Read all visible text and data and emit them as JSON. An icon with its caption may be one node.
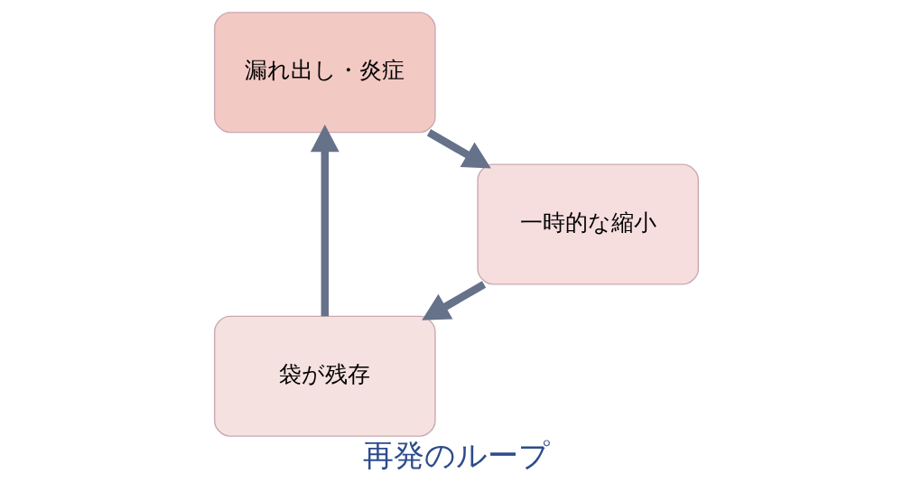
{
  "diagram": {
    "title": "再発のループ",
    "nodes": [
      {
        "text": [
          "袋が残存"
        ]
      },
      {
        "text": [
          "漏れ出し・炎症"
        ]
      },
      {
        "text": [
          "一時的な縮小"
        ]
      }
    ],
    "edges": [
      {
        "from": 0,
        "to": 1,
        "arrow": "to"
      },
      {
        "from": 1,
        "to": 2,
        "arrow": "to"
      },
      {
        "from": 2,
        "to": 0,
        "arrow": "to"
      }
    ]
  }
}
